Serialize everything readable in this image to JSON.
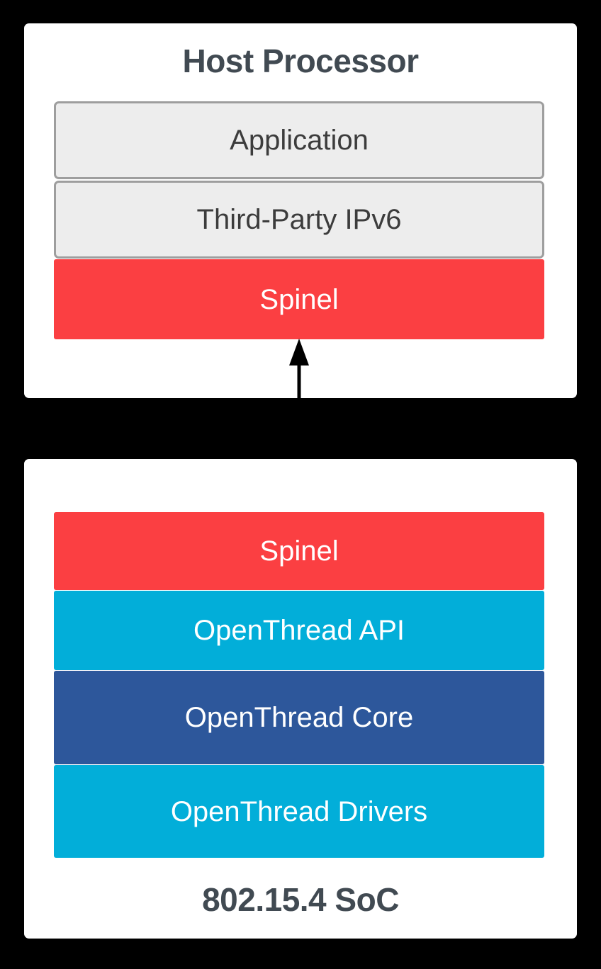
{
  "diagram": {
    "title": "OpenThread NCP / RCP architecture stack",
    "background_color": "#000000",
    "panel_color": "#ffffff",
    "colors": {
      "red": "#fb3f42",
      "cyan": "#02aed9",
      "navy": "#2d579b",
      "gray_fill": "#ededed",
      "gray_border": "#9e9e9e",
      "title_text": "#414a52"
    },
    "panels": [
      {
        "id": "host-processor",
        "title": "Host Processor",
        "title_position": "top",
        "layers": [
          {
            "label": "Application",
            "style": "gray"
          },
          {
            "label": "Third-Party IPv6",
            "style": "gray"
          },
          {
            "label": "Spinel",
            "style": "red"
          }
        ]
      },
      {
        "id": "soc",
        "title": "802.15.4 SoC",
        "title_position": "bottom",
        "layers": [
          {
            "label": "Spinel",
            "style": "red"
          },
          {
            "label": "OpenThread API",
            "style": "cyan"
          },
          {
            "label": "OpenThread Core",
            "style": "navy"
          },
          {
            "label": "OpenThread Drivers",
            "style": "cyan"
          }
        ]
      }
    ],
    "connector": {
      "name": "spinel-link",
      "kind": "double-headed-vertical-arrow",
      "from": "Spinel (Host Processor)",
      "to": "Spinel (802.15.4 SoC)",
      "color": "#000000"
    }
  }
}
